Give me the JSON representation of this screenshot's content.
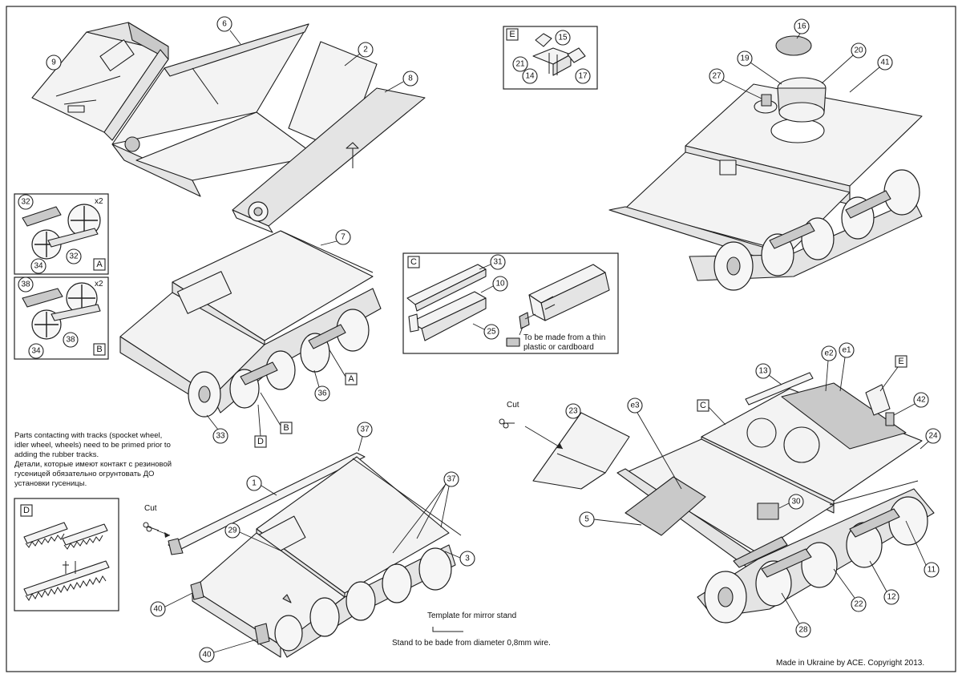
{
  "notes": {
    "primer_en_1": "Parts contacting with tracks (spocket wheel,",
    "primer_en_2": "idler wheel, wheels) need to be primed prior to",
    "primer_en_3": "adding the rubber tracks.",
    "primer_ru_1": "Детали, которые имеют контакт с резиновой",
    "primer_ru_2": "гусеницей обязательно огрунтовать ДО",
    "primer_ru_3": "установки гусеницы."
  },
  "captions": {
    "cut_left": "Cut",
    "cut_right": "Cut",
    "mirror_template": "Template for mirror stand",
    "mirror_wire": "Stand to be bade from diameter 0,8mm wire.",
    "copyright": "Made in Ukraine by ACE. Copyright 2013.",
    "thin_plastic_1": "To be made from a thin",
    "thin_plastic_2": "plastic or cardboard",
    "x2_a": "x2",
    "x2_b": "x2"
  },
  "callouts": {
    "p1": "1",
    "p2": "2",
    "p3": "3",
    "p5": "5",
    "p6": "6",
    "p7": "7",
    "p8": "8",
    "p9": "9",
    "p10": "10",
    "p11": "11",
    "p12": "12",
    "p13": "13",
    "p14": "14",
    "p15": "15",
    "p16": "16",
    "p17": "17",
    "p19": "19",
    "p20": "20",
    "p21": "21",
    "p22": "22",
    "p23": "23",
    "p24": "24",
    "p25": "25",
    "p27": "27",
    "p28": "28",
    "p29": "29",
    "p30": "30",
    "p31": "31",
    "p32": "32",
    "p33": "33",
    "p34": "34",
    "p36": "36",
    "p37": "37",
    "p38": "38",
    "p40": "40",
    "p41": "41",
    "p42": "42",
    "e1": "e1",
    "e2": "e2",
    "e3": "e3"
  },
  "box_labels": {
    "A": "A",
    "B": "B",
    "C": "C",
    "D": "D",
    "E": "E"
  }
}
